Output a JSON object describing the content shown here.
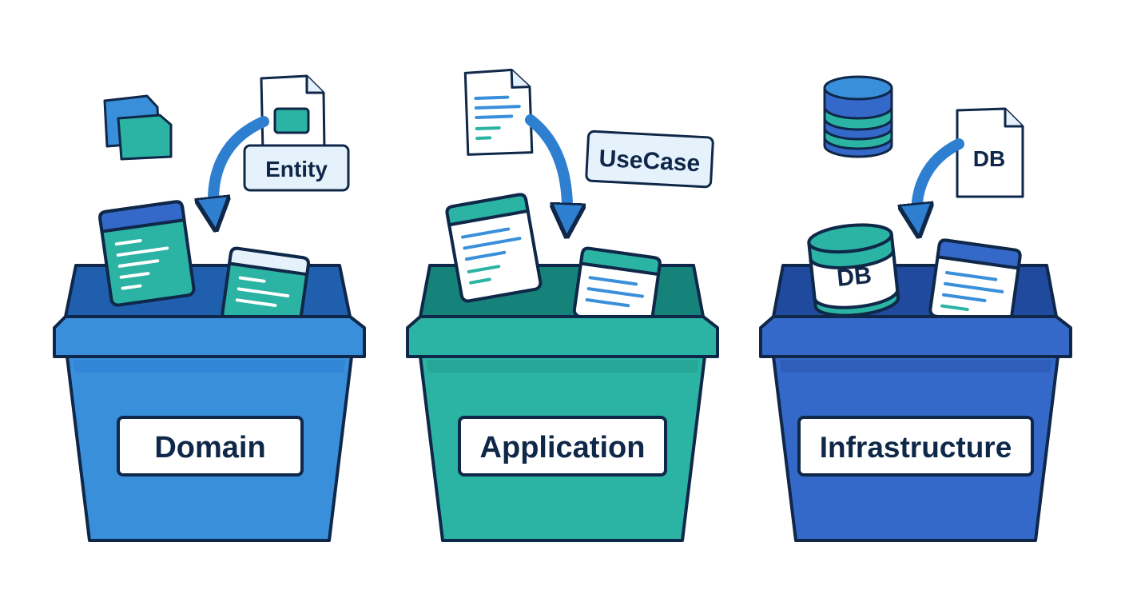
{
  "colors": {
    "outline": "#0f2748",
    "domain_bin": "#3a8fdb",
    "application_bin": "#2bb3a3",
    "infrastructure_bin": "#3569c9",
    "label_bg": "#ffffff",
    "tag_bg": "#e6f2fb"
  },
  "bins": [
    {
      "label": "Domain",
      "tag": "Entity",
      "icon": "stacked-squares-icon",
      "card_icon": "document-icon"
    },
    {
      "label": "Application",
      "tag": "UseCase",
      "card_icon": "document-icon"
    },
    {
      "label": "Infrastructure",
      "doc_label": "DB",
      "can_label": "DB",
      "icon": "database-icon",
      "card_icon": "document-icon"
    }
  ]
}
